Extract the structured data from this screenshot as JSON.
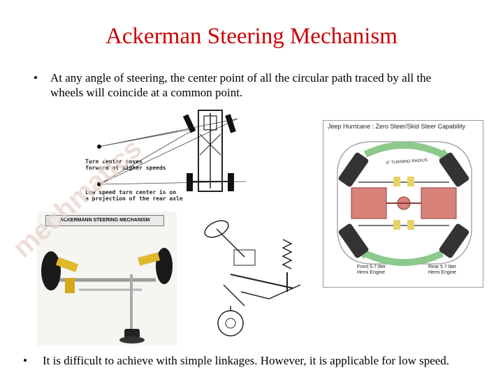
{
  "slide": {
    "title": "Ackerman Steering Mechanism",
    "bullets": [
      {
        "marker": "•",
        "line1": "At any angle of steering, the center point of all the circular path traced by all the",
        "line2": "wheels will coincide at a common point."
      },
      {
        "marker": "•",
        "text": "It is difficult to achieve with simple linkages. However, it is applicable for low speed."
      }
    ]
  },
  "figures": {
    "turn_center": {
      "label_high_1": "Turn center moves",
      "label_high_2": "forward at higher speeds",
      "label_low_1": "Low speed turn center is on",
      "label_low_2": "a projection of the rear axle"
    },
    "jeep": {
      "title": "Jeep Hurricane : Zero Steer/Skid Steer Capability",
      "arc_label": "0° TURNING RADIUS",
      "front_engine_1": "Front 5.7 liter",
      "front_engine_2": "Hemi Engine",
      "rear_engine_1": "Rear 5.7 liter",
      "rear_engine_2": "Hemi Engine"
    },
    "photo": {
      "plaque": "ACKERMANN STEERING MECHANISM"
    },
    "watermark": "mechmatics"
  },
  "colors": {
    "title": "#cc0000",
    "jeep_arrow": "#8cc98c",
    "engine_red": "#d9827a",
    "watermark": "#e6d2c8"
  }
}
